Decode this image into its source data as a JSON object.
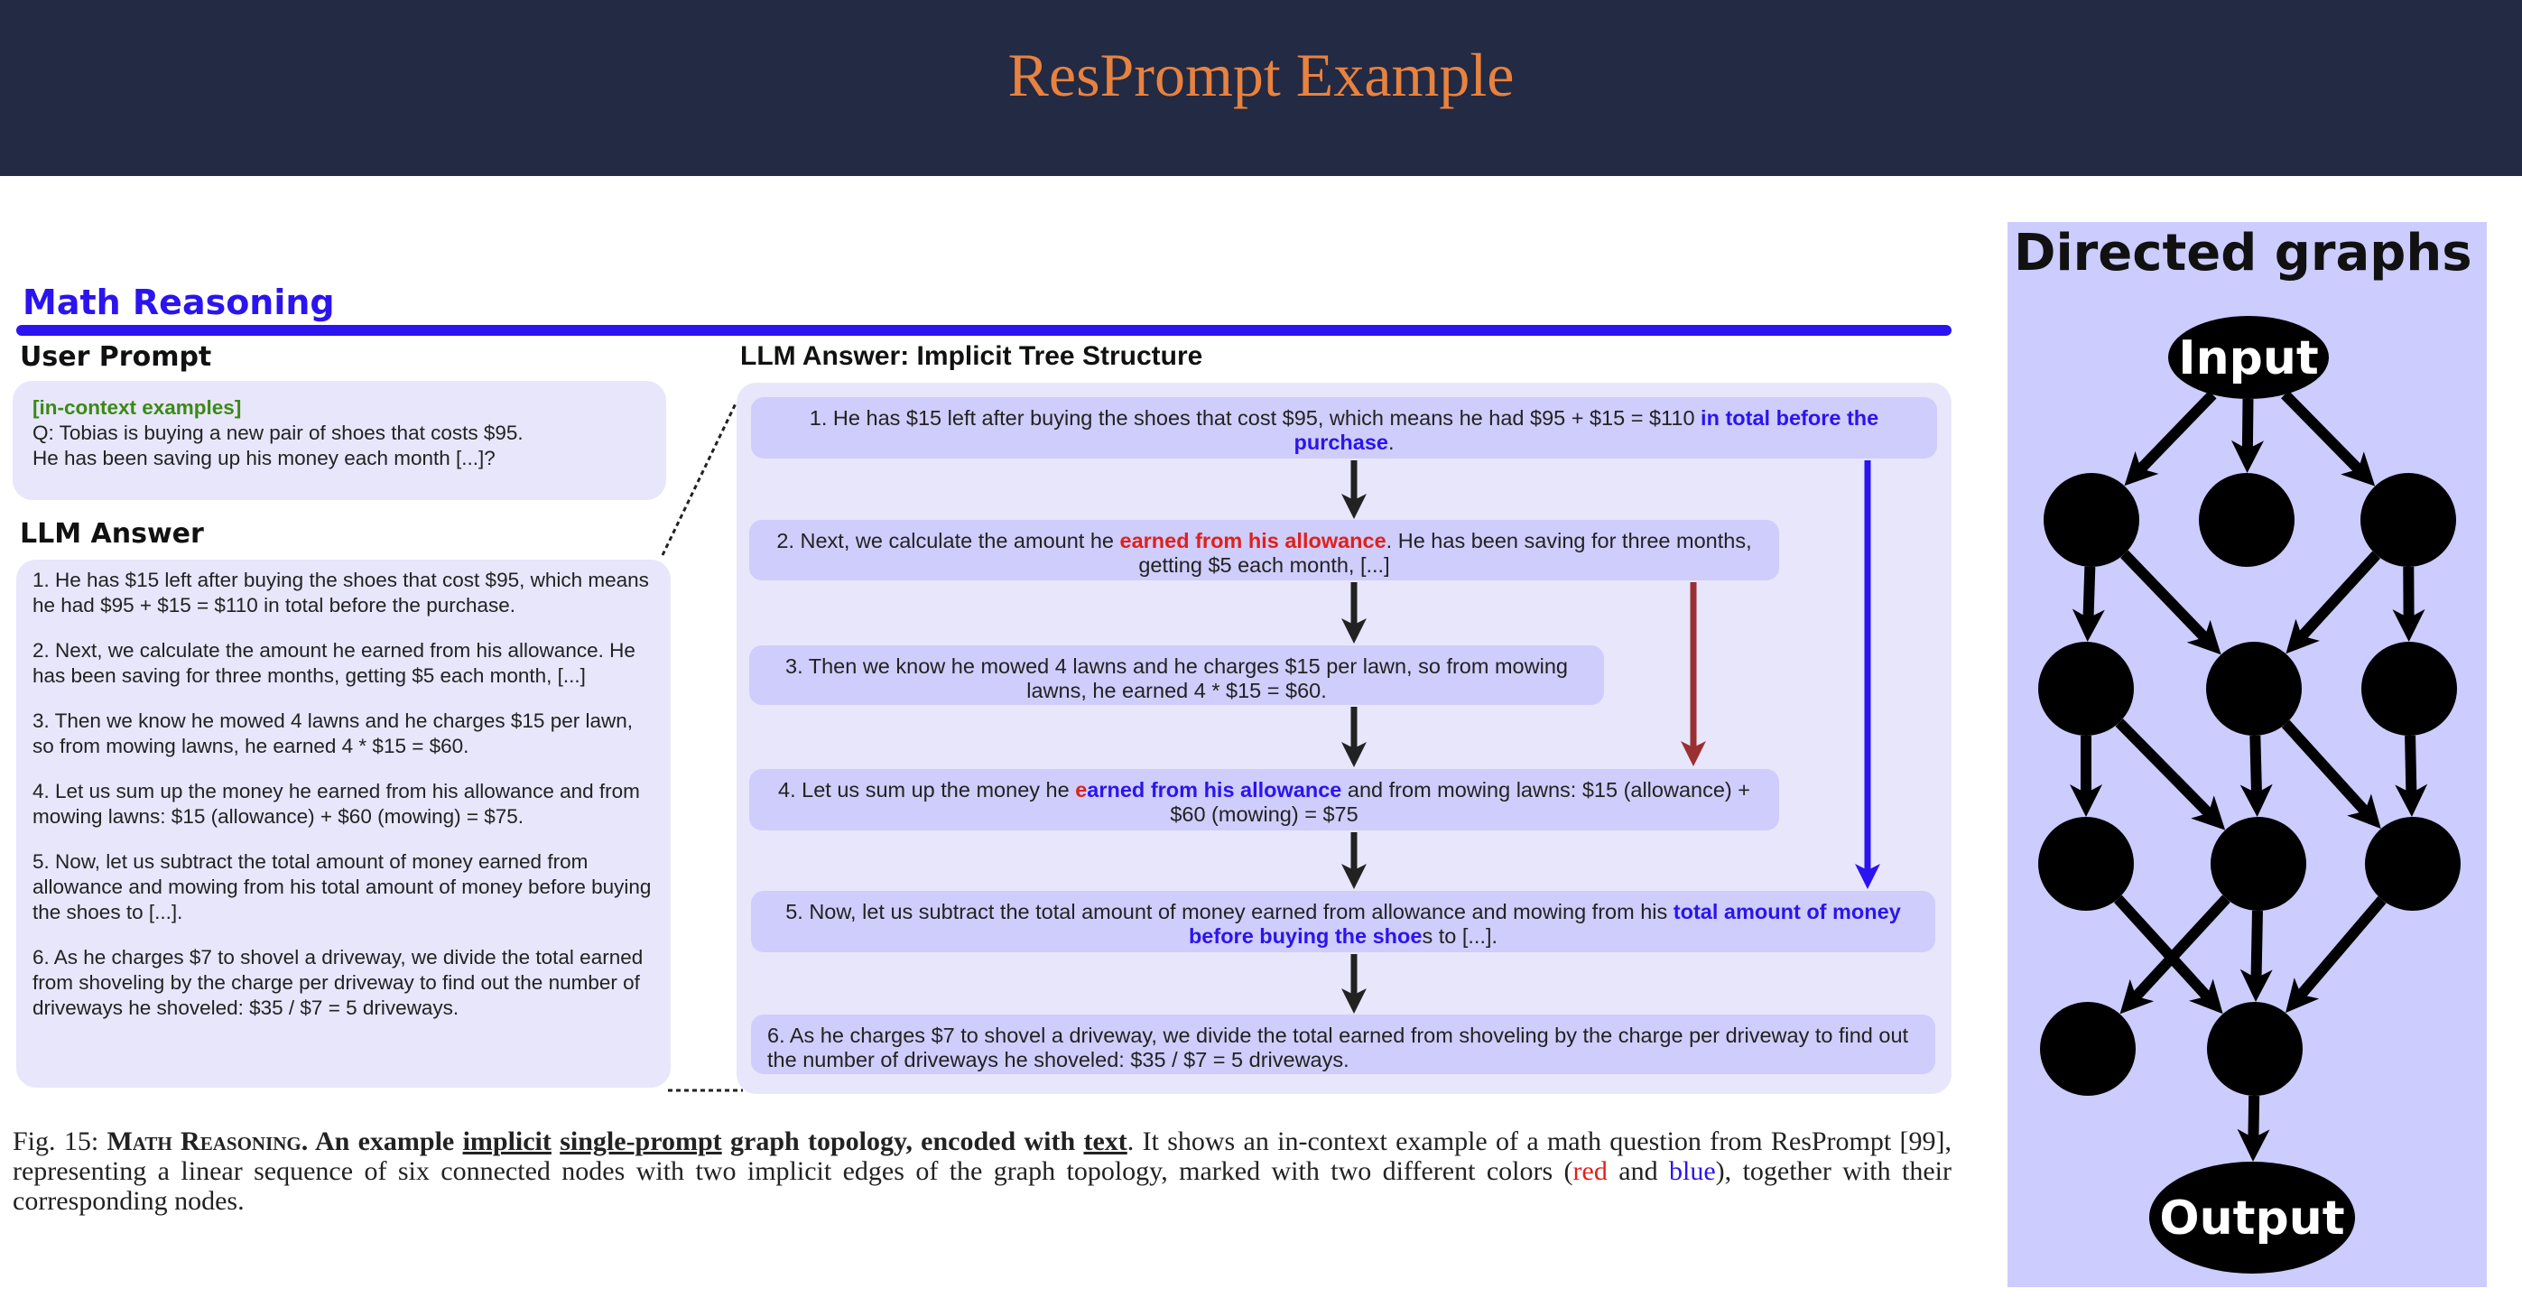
{
  "header": {
    "title": "ResPrompt Example"
  },
  "figure": {
    "section_title": "Math Reasoning",
    "user_prompt": {
      "heading": "User Prompt",
      "tag": "[in-context examples]",
      "lines": [
        "Q: Tobias is buying a new pair of shoes that costs $95.",
        "He has been saving up his money each month [...]?"
      ]
    },
    "llm_answer": {
      "heading": "LLM Answer",
      "paragraphs": [
        "1. He has $15 left after buying the shoes that cost $95, which means he had $95 + $15 = $110 in total before the purchase.",
        "2. Next, we calculate the amount he earned from his allowance. He has been saving for three months, getting $5 each month, [...]",
        "3. Then we know he mowed 4 lawns and he charges $15 per lawn, so from mowing lawns, he earned 4 * $15 = $60.",
        "4. Let us sum up the money he earned from his allowance and from mowing lawns: $15 (allowance) + $60 (mowing) = $75.",
        "5. Now, let us subtract the total amount of money earned from allowance and mowing from his total amount of money before buying the shoes to [...].",
        "6. As he charges $7 to shovel a driveway, we divide the total earned from shoveling by the charge per driveway to find out the number of driveways he shoveled: $35 / $7 = 5 driveways."
      ]
    },
    "tree": {
      "heading": "LLM Answer: Implicit Tree Structure",
      "nodes": [
        {
          "a": "1. He has $15 left after buying the shoes that cost $95, which means he had $95 + $15 = $110 ",
          "hl": "in total before the purchase",
          "b": "."
        },
        {
          "a": "2. Next, we calculate the amount he ",
          "hl": "earned from his allowance",
          "b": ". He has been saving for three months, getting $5 each month, [...]"
        },
        {
          "a": "3. Then we know he mowed 4 lawns and he charges $15 per lawn, so from mowing lawns, he earned 4 * $15 = $60."
        },
        {
          "a": "4. Let us sum up the money he ",
          "hl_red": "e",
          "hl": "arned from his allowance",
          "b": " and from mowing lawns: $15 (allowance) + $60 (mowing) = $75"
        },
        {
          "a": "5. Now, let us subtract the total amount of money earned from allowance and mowing from his ",
          "hl": "total amount of money before buying the shoe",
          "b": "s to [...]."
        },
        {
          "a": "6. As he charges $7 to shovel a driveway, we divide the total earned from shoveling by the charge per driveway to find out the number of driveways he shoveled: $35 / $7 = 5 driveways."
        }
      ],
      "edge_colors": {
        "sequence": "#222222",
        "red_edge": "#9b3030",
        "blue_edge": "#2b14ef"
      }
    },
    "caption": {
      "prefix": "Fig. 15: ",
      "label": "Math Reasoning",
      "sep": ". ",
      "bold1": "An example ",
      "u1": "implicit",
      "sp": " ",
      "u2": "single-prompt",
      "bold2": " graph topology, encoded with ",
      "u3": "text",
      "rest": ". It shows an in-context example of a math question from ResPrompt [99], representing a linear sequence of six connected nodes with two implicit edges of the graph topology, marked with two different colors (",
      "red": "red",
      "and": " and ",
      "blue": "blue",
      "end": "), together with their corresponding nodes."
    }
  },
  "graph": {
    "title": "Directed graphs",
    "input_label": "Input",
    "output_label": "Output"
  }
}
